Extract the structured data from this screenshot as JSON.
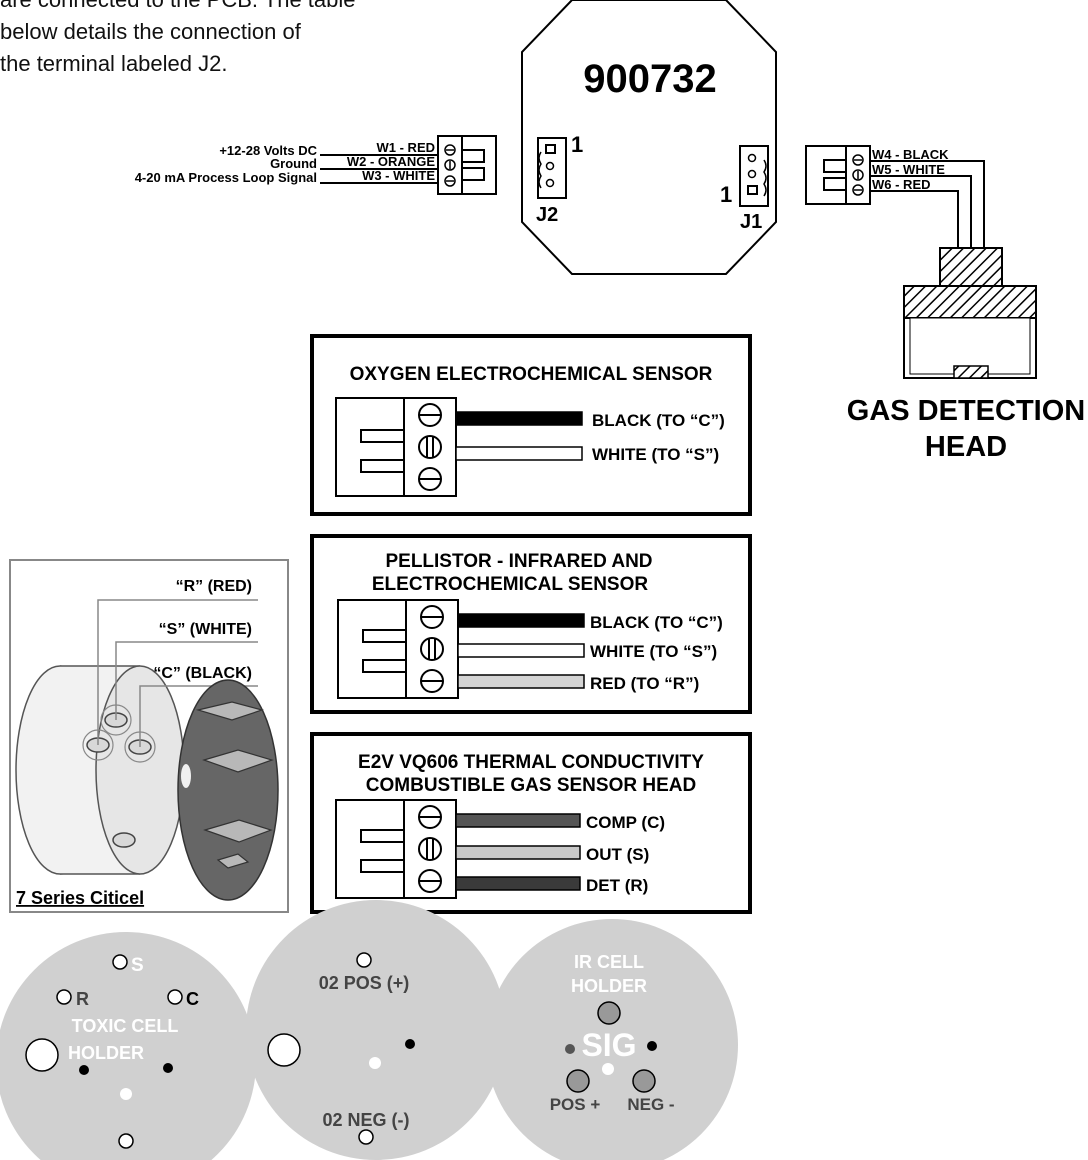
{
  "intro": {
    "line1": "are connected to the PCB. The table",
    "line2": "below details the connection of",
    "line3": "the terminal labeled J2."
  },
  "controller": {
    "part_number": "900732",
    "j2_label": "J2",
    "j2_pin1": "1",
    "j1_label": "J1",
    "j1_pin1": "1"
  },
  "power_wiring": [
    {
      "signal": "+12-28 Volts DC",
      "wire": "W1 - RED"
    },
    {
      "signal": "Ground",
      "wire": "W2 - ORANGE"
    },
    {
      "signal": "4-20 mA Process Loop Signal",
      "wire": "W3 - WHITE"
    }
  ],
  "head_wiring": [
    "W4 - BLACK",
    "W5 - WHITE",
    "W6 - RED"
  ],
  "gas_head": {
    "line1": "GAS DETECTION",
    "line2": "HEAD"
  },
  "oxygen_box": {
    "title": "OXYGEN ELECTROCHEMICAL SENSOR",
    "wires": [
      "BLACK (TO “C”)",
      "WHITE (TO “S”)"
    ]
  },
  "pellistor_box": {
    "title1": "PELLISTOR - INFRARED AND",
    "title2": "ELECTROCHEMICAL SENSOR",
    "wires": [
      "BLACK (TO “C”)",
      "WHITE (TO “S”)",
      "RED (TO “R”)"
    ]
  },
  "e2v_box": {
    "title1": "E2V VQ606 THERMAL CONDUCTIVITY",
    "title2": "COMBUSTIBLE GAS SENSOR HEAD",
    "wires": [
      "COMP (C)",
      "OUT (S)",
      "DET (R)"
    ]
  },
  "citicel": {
    "labels": [
      "“R” (RED)",
      "“S” (WHITE)",
      "“C” (BLACK)"
    ],
    "caption": "7 Series Citicel"
  },
  "toxic_holder": {
    "s": "S",
    "r": "R",
    "c": "C",
    "line1": "TOXIC CELL",
    "line2": "HOLDER"
  },
  "o2_holder": {
    "pos": "02 POS (+)",
    "neg": "02 NEG (-)"
  },
  "ir_holder": {
    "line1": "IR CELL",
    "line2": "HOLDER",
    "sig": "SIG",
    "pos": "POS +",
    "neg": "NEG -"
  }
}
